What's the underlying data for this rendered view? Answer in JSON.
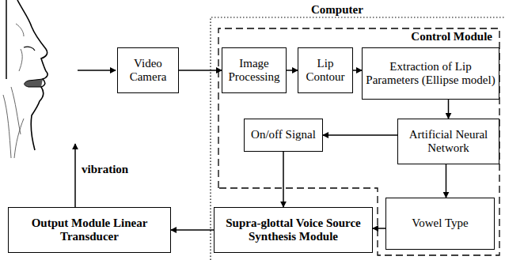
{
  "diagram": {
    "nodes": [
      {
        "text": [
          "Video Camera"
        ]
      },
      {
        "text": [
          "Computer"
        ]
      },
      {
        "text": [
          "Control Module"
        ],
        "in": 1
      },
      {
        "text": [
          "Image Processing"
        ],
        "in": 2
      },
      {
        "text": [
          "Lip Contour"
        ],
        "in": 2
      },
      {
        "text": [
          "Extraction of Lip Parameters (Ellipse model)"
        ],
        "in": 2
      },
      {
        "text": [
          "On/off Signal"
        ],
        "in": 2
      },
      {
        "text": [
          "Artificial Neural Network"
        ],
        "in": 2
      },
      {
        "text": [
          "Supra-glottal Voice Source Synthesis Module"
        ],
        "in": 1
      },
      {
        "text": [
          "Vowel Type"
        ],
        "in": 2
      },
      {
        "text": [
          "Output Module Linear Transducer"
        ]
      }
    ],
    "edges": [
      {
        "from": 0,
        "to": 3,
        "arrow": "to"
      },
      {
        "from": 3,
        "to": 4,
        "arrow": "to"
      },
      {
        "from": 4,
        "to": 5,
        "arrow": "to"
      },
      {
        "from": 5,
        "to": 7,
        "arrow": "to"
      },
      {
        "from": 7,
        "to": 6,
        "arrow": "to"
      },
      {
        "from": 7,
        "to": 9,
        "arrow": "to"
      },
      {
        "from": 6,
        "to": 8,
        "arrow": "to"
      },
      {
        "from": 9,
        "to": 8,
        "arrow": "to"
      },
      {
        "from": 8,
        "to": 10,
        "arrow": "to"
      }
    ],
    "labels": [
      "vibration"
    ]
  }
}
